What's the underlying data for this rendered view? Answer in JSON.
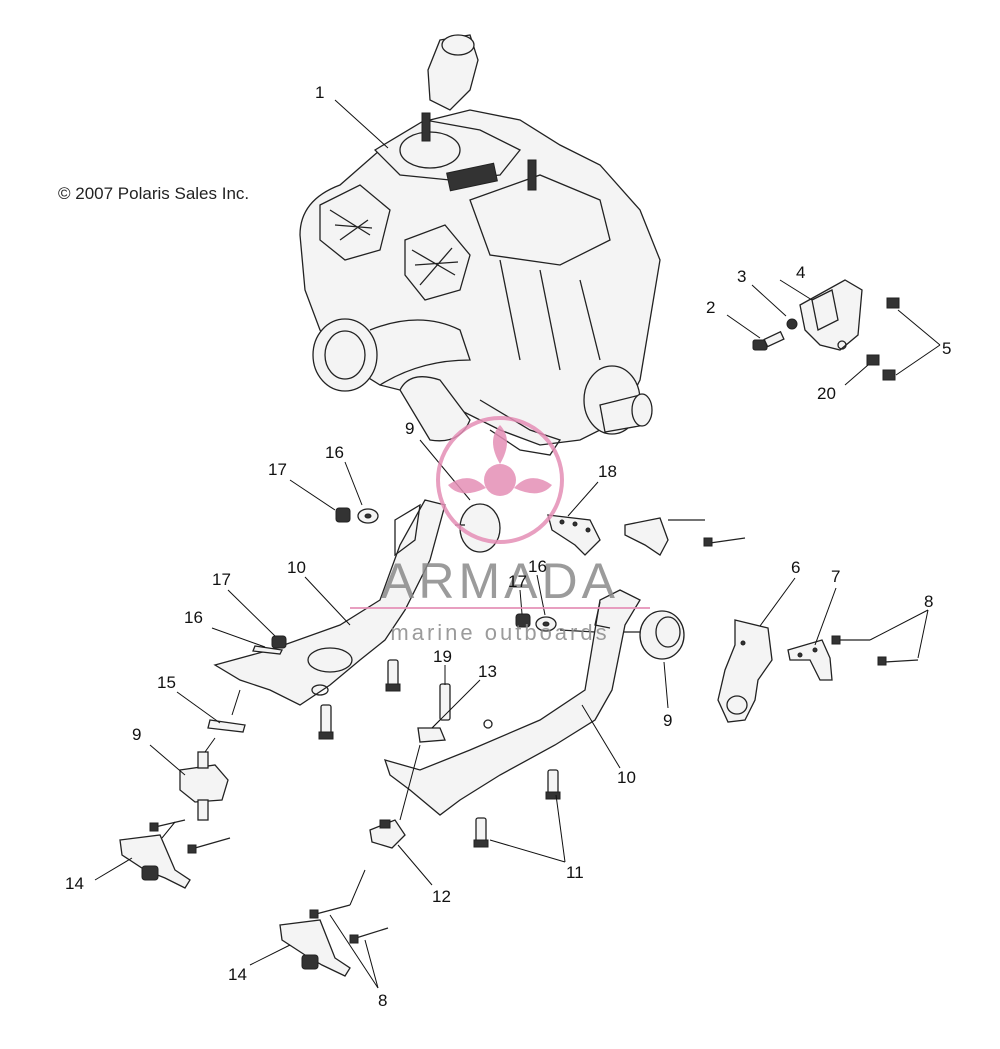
{
  "copyright": "© 2007 Polaris Sales Inc.",
  "watermark": {
    "title": "ARMADA",
    "subtitle": "marine outboards",
    "colors": {
      "title": "#8a8a8a",
      "accent": "#e58fb6"
    }
  },
  "callouts": {
    "c1": "1",
    "c2": "2",
    "c3": "3",
    "c4": "4",
    "c5": "5",
    "c20": "20",
    "c9a": "9",
    "c16a": "16",
    "c17a": "17",
    "c18": "18",
    "c6": "6",
    "c7": "7",
    "c8a": "8",
    "c10a": "10",
    "c17b": "17",
    "c16b": "16",
    "c16c": "16",
    "c17c": "17",
    "c19": "19",
    "c13": "13",
    "c15": "15",
    "c9b": "9",
    "c9c": "9",
    "c10b": "10",
    "c11": "11",
    "c12": "12",
    "c14a": "14",
    "c14b": "14",
    "c8b": "8"
  }
}
